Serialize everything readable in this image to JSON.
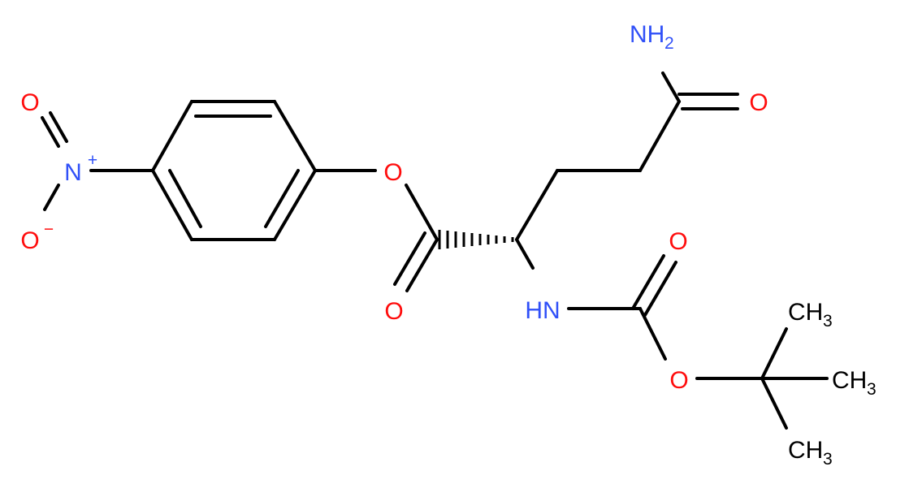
{
  "colors": {
    "oxygen": "#ff0d0d",
    "nitrogen": "#3050f8",
    "carbon": "#000000",
    "background": "#ffffff"
  },
  "atoms": {
    "nitro_o_top": "O",
    "nitro_n": {
      "symbol": "N",
      "charge": "+"
    },
    "nitro_o_minus": {
      "symbol": "O",
      "charge": "−"
    },
    "ester_o": "O",
    "ester_carbonyl_o": "O",
    "amine_nh": "HN",
    "amide_n": {
      "symbol": "NH",
      "count": "2"
    },
    "amide_o": "O",
    "boc_carbonyl_o": "O",
    "boc_ether_o": "O",
    "methyl_1": {
      "symbol": "CH",
      "count": "3"
    },
    "methyl_2": {
      "symbol": "CH",
      "count": "3"
    },
    "methyl_3": {
      "symbol": "CH",
      "count": "3"
    }
  }
}
